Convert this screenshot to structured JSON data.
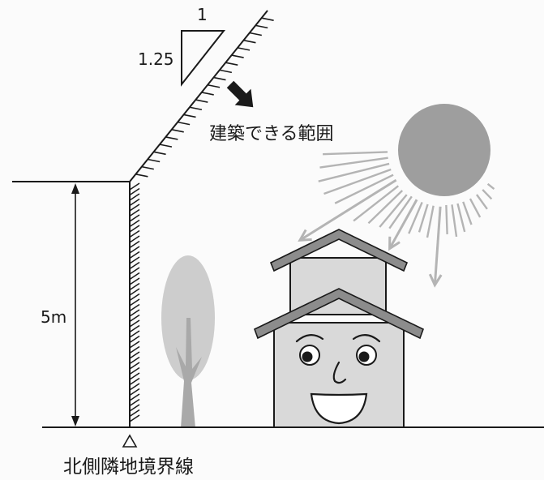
{
  "diagram": {
    "slope_ratio": {
      "horizontal": "1",
      "vertical": "1.25"
    },
    "buildable_area_label": "建築できる範囲",
    "height_label": "5m",
    "boundary_label": "北側隣地境界線"
  },
  "colors": {
    "line": "#1a1a1a",
    "sun": "#9e9e9e",
    "sun_rays": "#b4b4b4",
    "tree_canopy": "#cdcdcd",
    "tree_trunk": "#a9a9a9",
    "house_wall": "#d9d9d9",
    "roof": "#8c8c8c",
    "face_white": "#ffffff"
  }
}
